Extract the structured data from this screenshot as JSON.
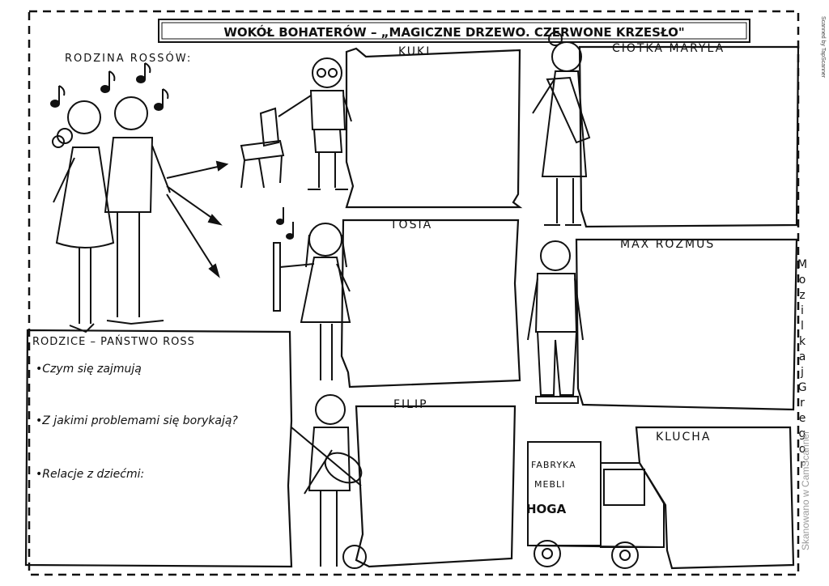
{
  "title": "WOKÓŁ BOHATERÓW – „MAGICZNE DRZEWO. CZERWONE KRZESŁO\"",
  "family_label": "RODZINA ROSSÓW:",
  "characters": {
    "kuki": "KUKI",
    "tosia": "TOSIA",
    "filip": "FILIP",
    "ciotka": "CIOTKA MARYLA",
    "max": "MAX ROZMUS",
    "klucha": "KLUCHA"
  },
  "parents_box": {
    "heading": "RODZICE – PAŃSTWO ROSS",
    "questions": [
      "•Czym się zajmują",
      "•Z jakimi problemami się borykają?",
      "•Relacje z dziećmi:"
    ]
  },
  "truck": {
    "line1": "FABRYKA",
    "line2": "MEBLI",
    "line3": "HOGA"
  },
  "vertical_text": "Mozilka j Gregor",
  "scanner_note": "Scanned by TapScanner",
  "watermark": "Skanowano w CamScanner",
  "colors": {
    "ink": "#111111",
    "paper": "#ffffff",
    "watermark": "#9a9a9a"
  }
}
